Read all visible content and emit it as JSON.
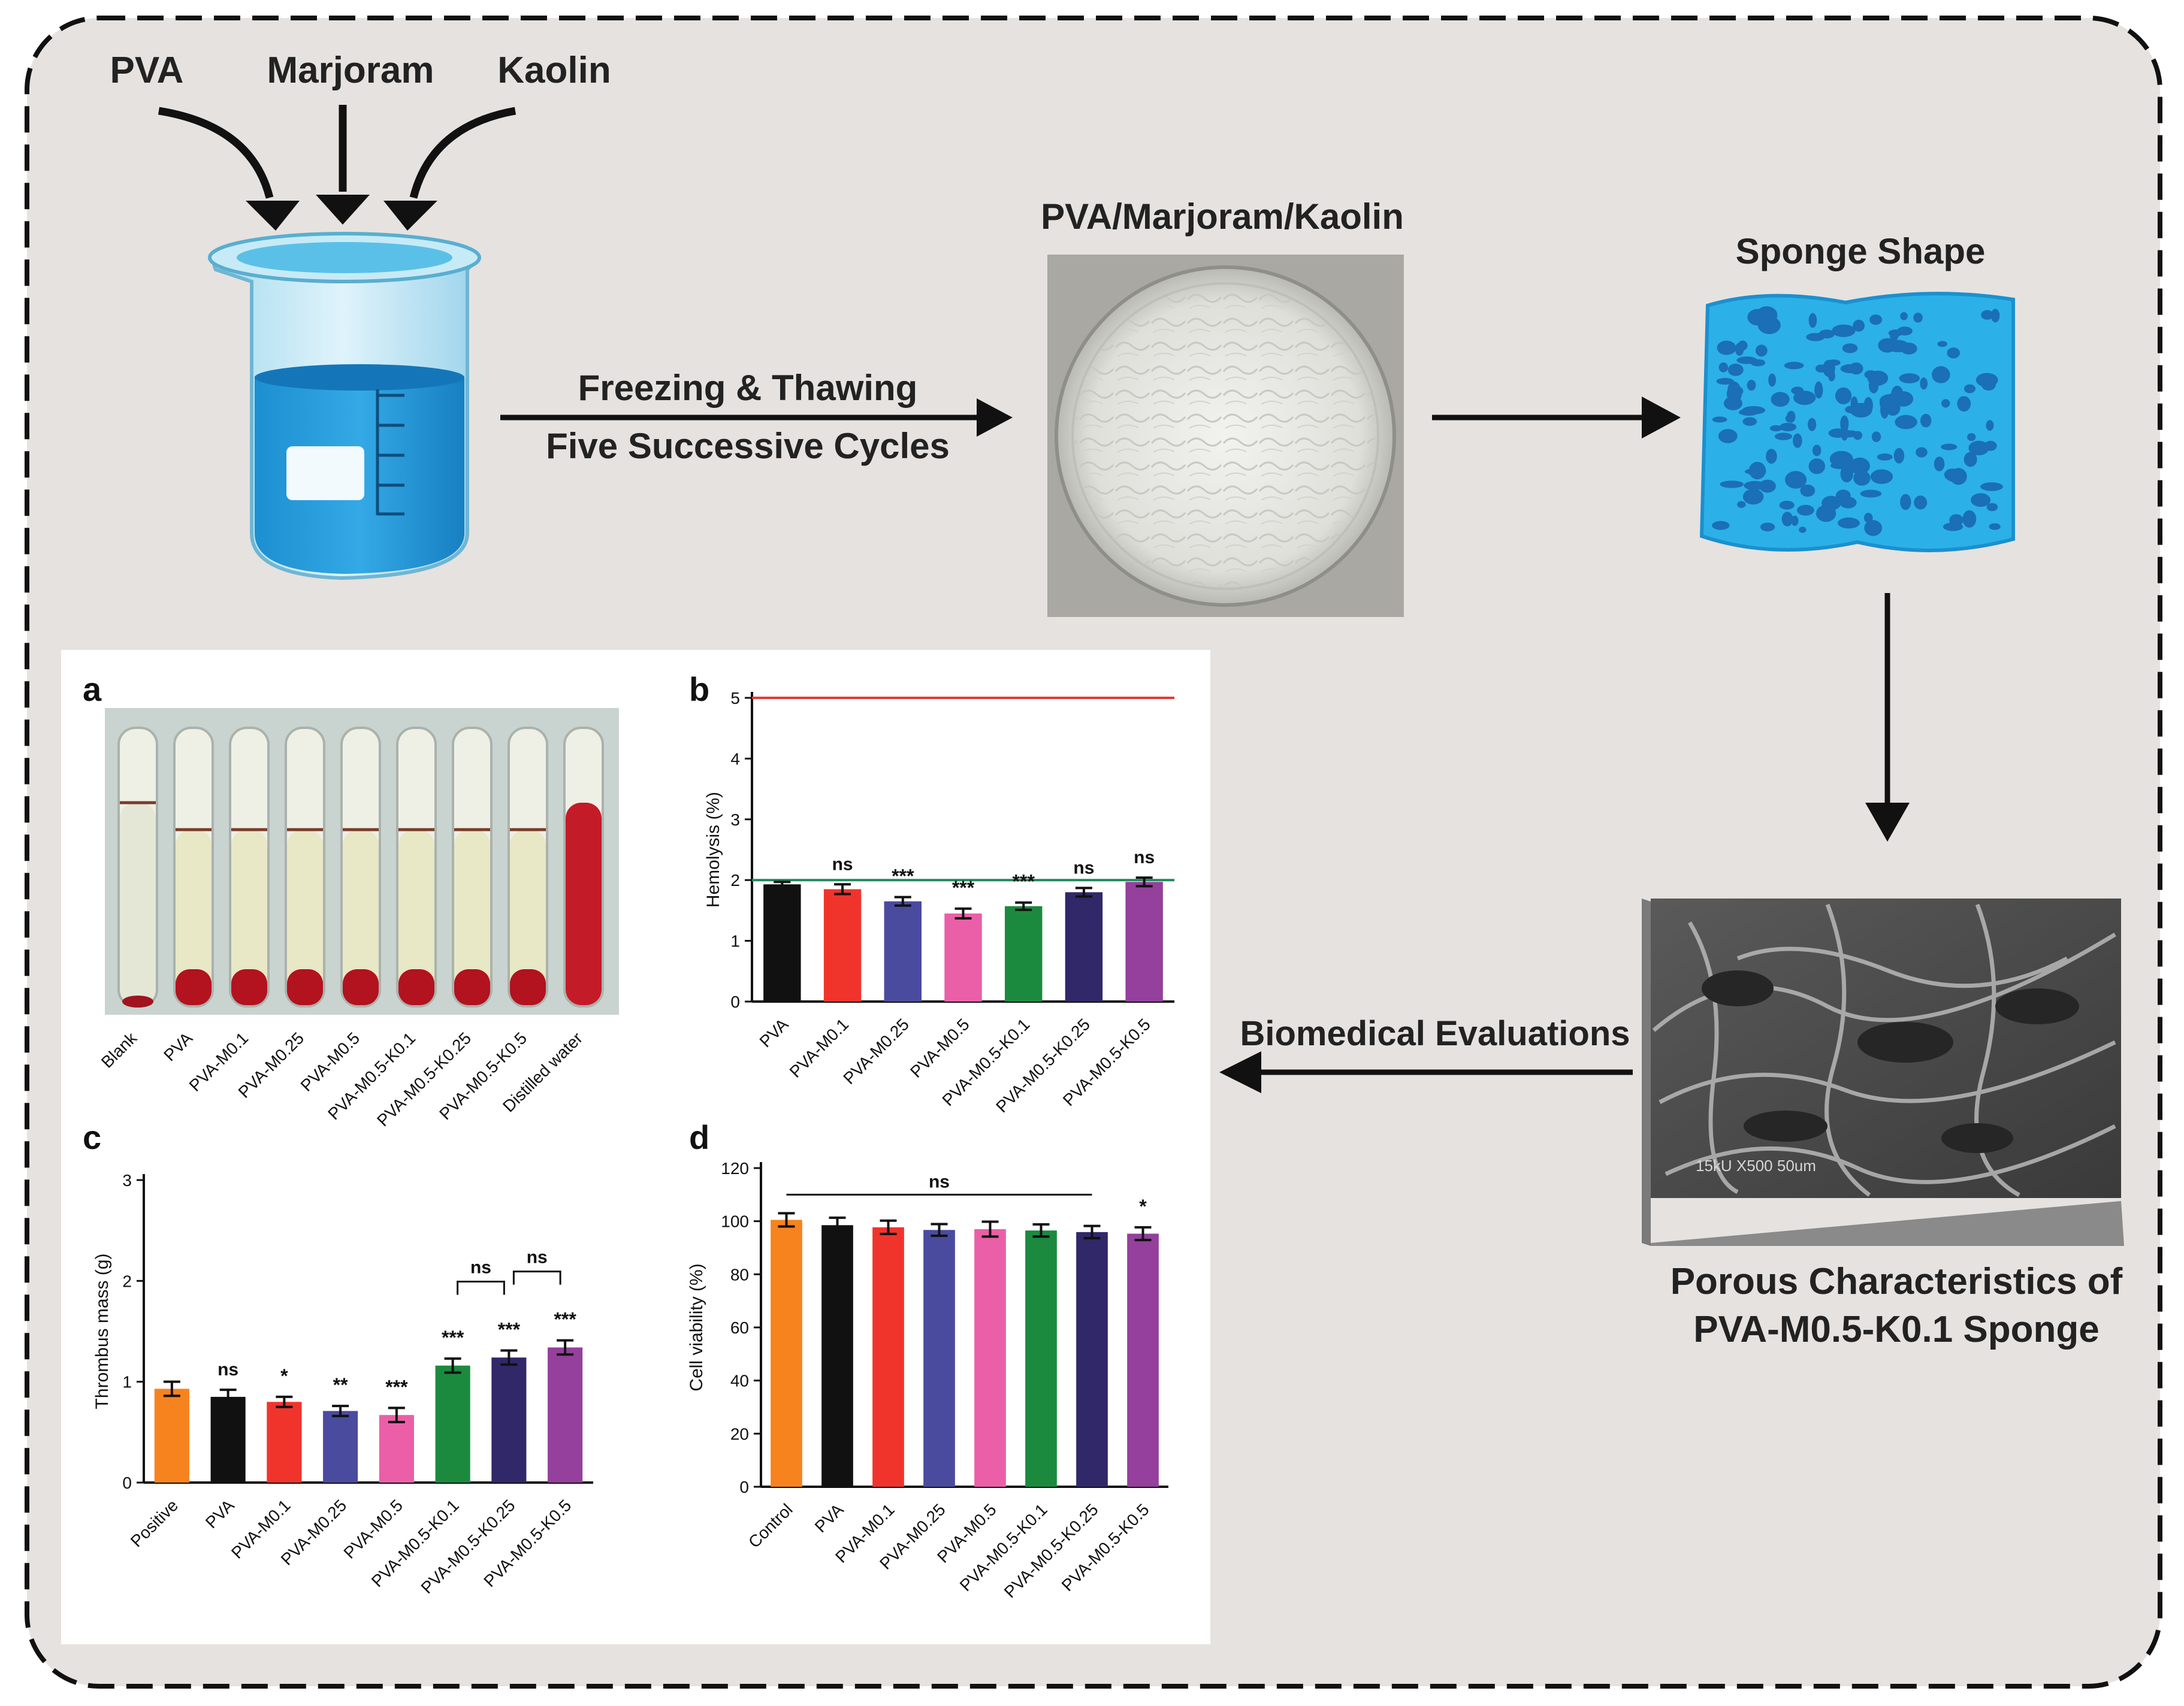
{
  "process": {
    "ingredients": [
      "PVA",
      "Marjoram",
      "Kaolin"
    ],
    "step_line1": "Freezing & Thawing",
    "step_line2": "Five Successive Cycles",
    "product_title": "PVA/Marjoram/Kaolin",
    "sponge_title": "Sponge Shape",
    "porous_line1": "Porous Characteristics of",
    "porous_line2": "PVA-M0.5-K0.1 Sponge",
    "sem_caption": "15kU   X500   50um",
    "evaluation_label": "Biomedical Evaluations"
  },
  "panel_a": {
    "letter": "a",
    "tubes": [
      "Blank",
      "PVA",
      "PVA-M0.1",
      "PVA-M0.25",
      "PVA-M0.5",
      "PVA-M0.5-K0.1",
      "PVA-M0.5-K0.25",
      "PVA-M0.5-K0.5",
      "Distilled water"
    ]
  },
  "chart_data": [
    {
      "id": "b",
      "type": "bar",
      "letter": "b",
      "ylabel": "Hemolysis (%)",
      "ylim": [
        0,
        5
      ],
      "yticks": [
        0,
        1,
        2,
        3,
        4,
        5
      ],
      "categories": [
        "PVA",
        "PVA-M0.1",
        "PVA-M0.25",
        "PVA-M0.5",
        "PVA-M0.5-K0.1",
        "PVA-M0.5-K0.25",
        "PVA-M0.5-K0.5"
      ],
      "values": [
        1.93,
        1.85,
        1.65,
        1.45,
        1.57,
        1.8,
        1.97
      ],
      "errors": [
        0.04,
        0.08,
        0.07,
        0.08,
        0.06,
        0.07,
        0.07
      ],
      "significance": [
        "",
        "ns",
        "***",
        "***",
        "***",
        "ns",
        "ns"
      ],
      "reference_lines": [
        {
          "value": 5,
          "color": "#e53935"
        },
        {
          "value": 2,
          "color": "#1e8a5a"
        }
      ],
      "colors": [
        "#111111",
        "#f0342c",
        "#4a4b9f",
        "#ea5fa7",
        "#1b8a3e",
        "#302868",
        "#94409c"
      ]
    },
    {
      "id": "c",
      "type": "bar",
      "letter": "c",
      "ylabel": "Thrombus mass (g)",
      "ylim": [
        0,
        3
      ],
      "yticks": [
        0,
        1,
        2,
        3
      ],
      "categories": [
        "Positive",
        "PVA",
        "PVA-M0.1",
        "PVA-M0.25",
        "PVA-M0.5",
        "PVA-M0.5-K0.1",
        "PVA-M0.5-K0.25",
        "PVA-M0.5-K0.5"
      ],
      "values": [
        0.93,
        0.85,
        0.8,
        0.71,
        0.67,
        1.16,
        1.24,
        1.34
      ],
      "errors": [
        0.07,
        0.07,
        0.05,
        0.05,
        0.07,
        0.07,
        0.07,
        0.07
      ],
      "significance": [
        "",
        "ns",
        "*",
        "**",
        "***",
        "***",
        "***",
        "***"
      ],
      "brackets": [
        {
          "from": 5,
          "to": 6,
          "label": "ns"
        },
        {
          "from": 6,
          "to": 7,
          "label": "ns"
        }
      ],
      "colors": [
        "#f7831f",
        "#111111",
        "#f0342c",
        "#4a4b9f",
        "#ea5fa7",
        "#1b8a3e",
        "#302868",
        "#94409c"
      ]
    },
    {
      "id": "d",
      "type": "bar",
      "letter": "d",
      "ylabel": "Cell viability (%)",
      "ylim": [
        0,
        120
      ],
      "yticks": [
        0,
        20,
        40,
        60,
        80,
        100,
        120
      ],
      "categories": [
        "Control",
        "PVA",
        "PVA-M0.1",
        "PVA-M0.25",
        "PVA-M0.5",
        "PVA-M0.5-K0.1",
        "PVA-M0.5-K0.25",
        "PVA-M0.5-K0.5"
      ],
      "values": [
        100.5,
        98.5,
        97.7,
        96.7,
        97,
        96.5,
        95.9,
        95.3
      ],
      "errors": [
        2.5,
        2.8,
        2.5,
        2.2,
        2.8,
        2.3,
        2.3,
        2.4
      ],
      "significance": [
        "",
        "",
        "",
        "",
        "",
        "",
        "",
        "*"
      ],
      "span_label": {
        "from": 0,
        "to": 6,
        "label": "ns",
        "value": 110
      },
      "colors": [
        "#f7831f",
        "#111111",
        "#f0342c",
        "#4a4b9f",
        "#ea5fa7",
        "#1b8a3e",
        "#302868",
        "#94409c"
      ]
    }
  ]
}
